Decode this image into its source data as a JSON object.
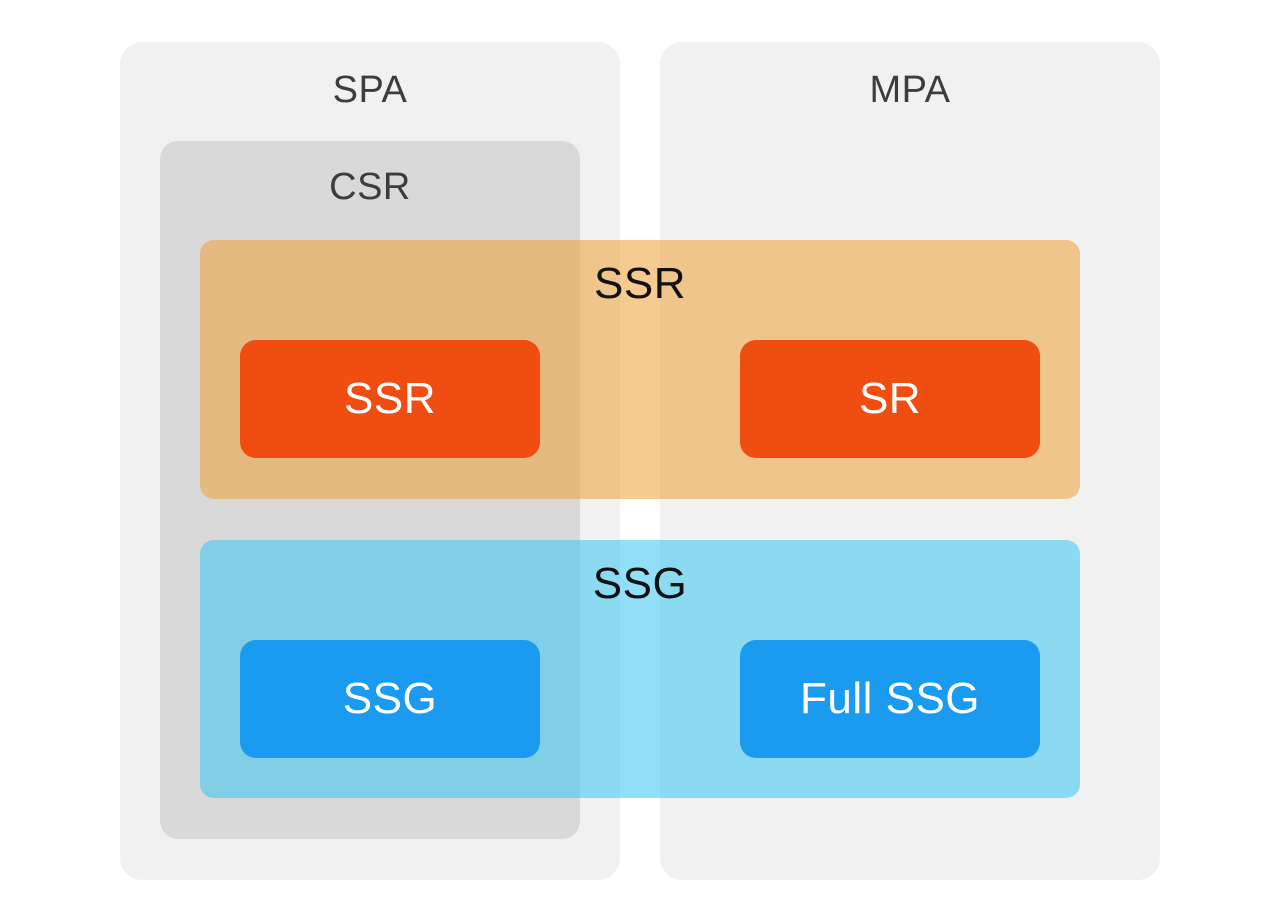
{
  "diagram": {
    "spa_label": "SPA",
    "mpa_label": "MPA",
    "csr_label": "CSR",
    "ssr_band_label": "SSR",
    "ssg_band_label": "SSG",
    "nodes": {
      "ssr_spa": "SSR",
      "ssr_mpa": "SR",
      "ssg_spa": "SSG",
      "ssg_mpa": "Full SSG"
    }
  },
  "colors": {
    "page_bg": "#ffffff",
    "column_bg": "#f1f1f1",
    "csr_bg": "#d9d9d9",
    "ssr_band_bg": "rgba(239,161,54,0.55)",
    "ssg_band_bg": "rgba(56,199,240,0.55)",
    "ssr_node_bg": "#f04d12",
    "ssg_node_bg": "#1b9bef",
    "group_label_text": "#3d3d3d",
    "band_label_text": "#111111",
    "node_text": "#ffffff"
  }
}
